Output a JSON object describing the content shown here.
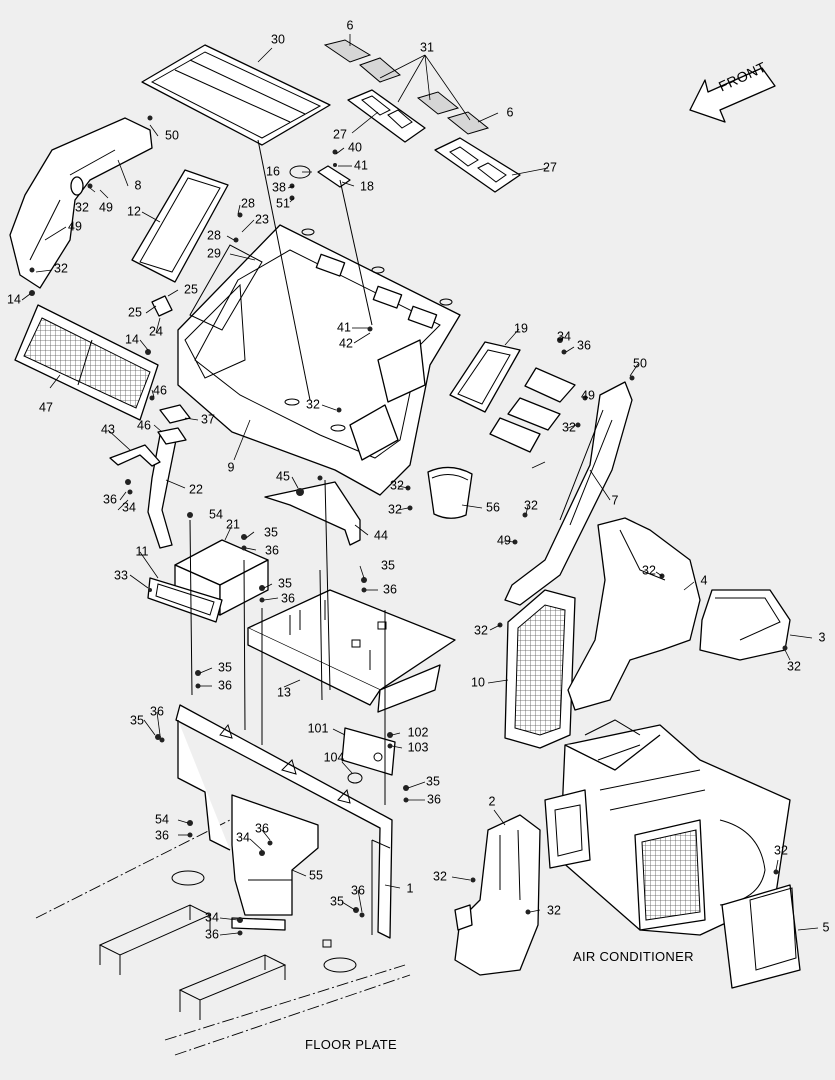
{
  "diagram": {
    "front_label": "FRONT",
    "captions": {
      "air_conditioner": "AIR CONDITIONER",
      "floor_plate": "FLOOR PLATE"
    },
    "callouts": [
      "6",
      "30",
      "31",
      "6",
      "27",
      "27",
      "50",
      "8",
      "40",
      "41",
      "16",
      "38",
      "18",
      "51",
      "32",
      "49",
      "12",
      "28",
      "23",
      "28",
      "29",
      "49",
      "32",
      "14",
      "25",
      "25",
      "24",
      "41",
      "42",
      "19",
      "34",
      "36",
      "50",
      "14",
      "46",
      "47",
      "37",
      "32",
      "46",
      "49",
      "32",
      "43",
      "9",
      "45",
      "32",
      "22",
      "36",
      "34",
      "32",
      "56",
      "7",
      "54",
      "21",
      "35",
      "36",
      "44",
      "32",
      "11",
      "33",
      "35",
      "36",
      "35",
      "36",
      "49",
      "32",
      "4",
      "3",
      "32",
      "13",
      "32",
      "10",
      "35",
      "36",
      "101",
      "102",
      "103",
      "35",
      "36",
      "104",
      "35",
      "36",
      "2",
      "54",
      "36",
      "34",
      "36",
      "55",
      "1",
      "35",
      "36",
      "32",
      "32",
      "32",
      "34",
      "36",
      "5"
    ]
  }
}
